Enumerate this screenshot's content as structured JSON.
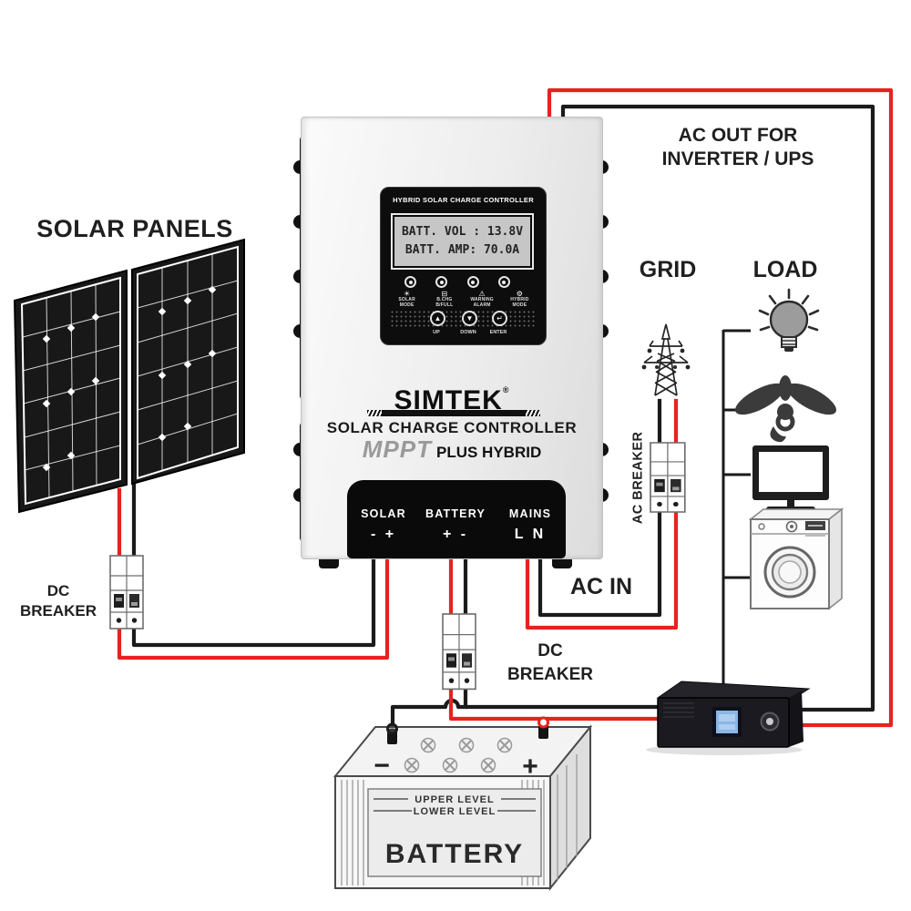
{
  "colors": {
    "wire_red": "#e62320",
    "wire_black": "#1b1b1b",
    "panel_black": "#0d0d0d",
    "lcd_gray": "#c6c6c6",
    "inverter_lcd_blue": "#8ab6e8"
  },
  "solar": {
    "title": "SOLAR PANELS"
  },
  "dc_breaker_left": {
    "line1": "DC",
    "line2": "BREAKER"
  },
  "dc_breaker_center": {
    "line1": "DC",
    "line2": "BREAKER"
  },
  "right_side": {
    "ac_out_line1": "AC OUT FOR",
    "ac_out_line2": "INVERTER / UPS",
    "grid": "GRID",
    "load": "LOAD",
    "ac_breaker": "AC BREAKER",
    "ac_in": "AC IN",
    "load_icons": [
      "bulb",
      "ceiling-fan",
      "tv",
      "washing-machine"
    ]
  },
  "controller": {
    "panel_title": "HYBRID SOLAR CHARGE CONTROLLER",
    "lcd_line1": "BATT. VOL : 13.8V",
    "lcd_line2": "BATT. AMP: 70.0A",
    "icon_glyphs": {
      "sun": "☀",
      "battery": "⊟",
      "warning": "⚠",
      "gear": "⚙"
    },
    "indicators": [
      {
        "line1": "SOLAR",
        "line2": "MODE"
      },
      {
        "line1": "B.CHG",
        "line2": "B/FULL"
      },
      {
        "line1": "WARNING",
        "line2": "ALARM"
      },
      {
        "line1": "HYBRID",
        "line2": "MODE"
      }
    ],
    "buttons": [
      {
        "label": "UP",
        "glyph": "▲"
      },
      {
        "label": "DOWN",
        "glyph": "▼"
      },
      {
        "label": "ENTER",
        "glyph": "↵"
      }
    ],
    "brand": "SIMTEK",
    "brand_reg": "®",
    "product": "SOLAR CHARGE CONTROLLER",
    "product_mppt": "MPPT",
    "product_suffix": "PLUS HYBRID",
    "terminals": [
      {
        "name": "SOLAR",
        "polarity": "- +"
      },
      {
        "name": "BATTERY",
        "polarity": "+ -"
      },
      {
        "name": "MAINS",
        "polarity": "L N"
      }
    ]
  },
  "battery": {
    "upper_level": "UPPER LEVEL",
    "lower_level": "LOWER LEVEL",
    "name": "BATTERY",
    "minus": "−",
    "plus": "+"
  }
}
